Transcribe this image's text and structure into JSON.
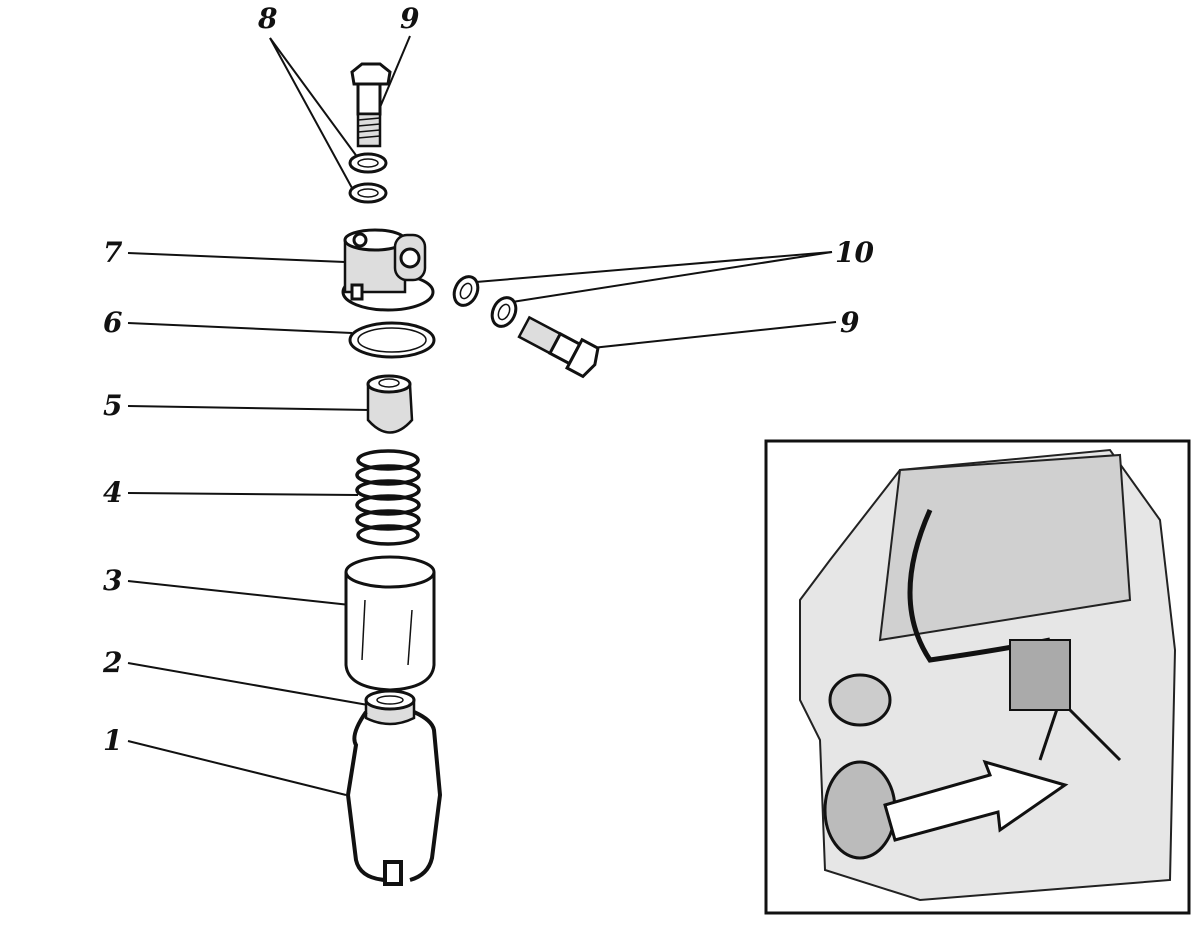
{
  "callouts": {
    "c8": "8",
    "c9_top": "9",
    "c7": "7",
    "c6": "6",
    "c5": "5",
    "c4": "4",
    "c3": "3",
    "c2": "2",
    "c1": "1",
    "c10": "10",
    "c9_right": "9"
  }
}
